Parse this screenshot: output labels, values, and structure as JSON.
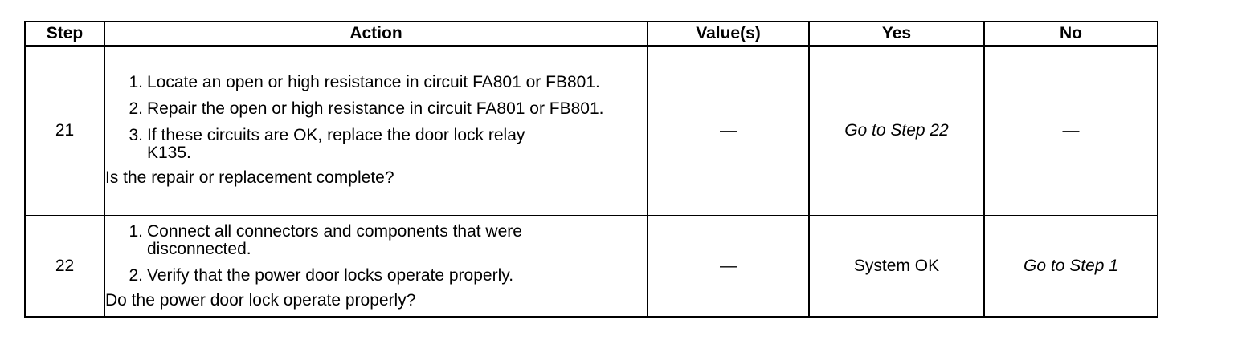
{
  "table": {
    "headers": {
      "step": "Step",
      "action": "Action",
      "values": "Value(s)",
      "yes": "Yes",
      "no": "No"
    },
    "rows": [
      {
        "step": "21",
        "actions": [
          {
            "num": "1.",
            "text": "Locate an open or high resistance in circuit FA801 or FB801."
          },
          {
            "num": "2.",
            "text": "Repair the open or high resistance in circuit FA801 or FB801."
          },
          {
            "num": "3.",
            "text": "If these circuits are OK, replace the door lock relay K135."
          }
        ],
        "question": "Is the repair or replacement complete?",
        "value": "—",
        "yes": "Go to Step 22",
        "no": "—"
      },
      {
        "step": "22",
        "actions": [
          {
            "num": "1.",
            "text": "Connect all connectors and components that were disconnected."
          },
          {
            "num": "2.",
            "text": "Verify that the power door locks operate properly."
          }
        ],
        "question": "Do the power door lock operate properly?",
        "value": "—",
        "yes": "System OK",
        "no": "Go to Step 1"
      }
    ]
  }
}
